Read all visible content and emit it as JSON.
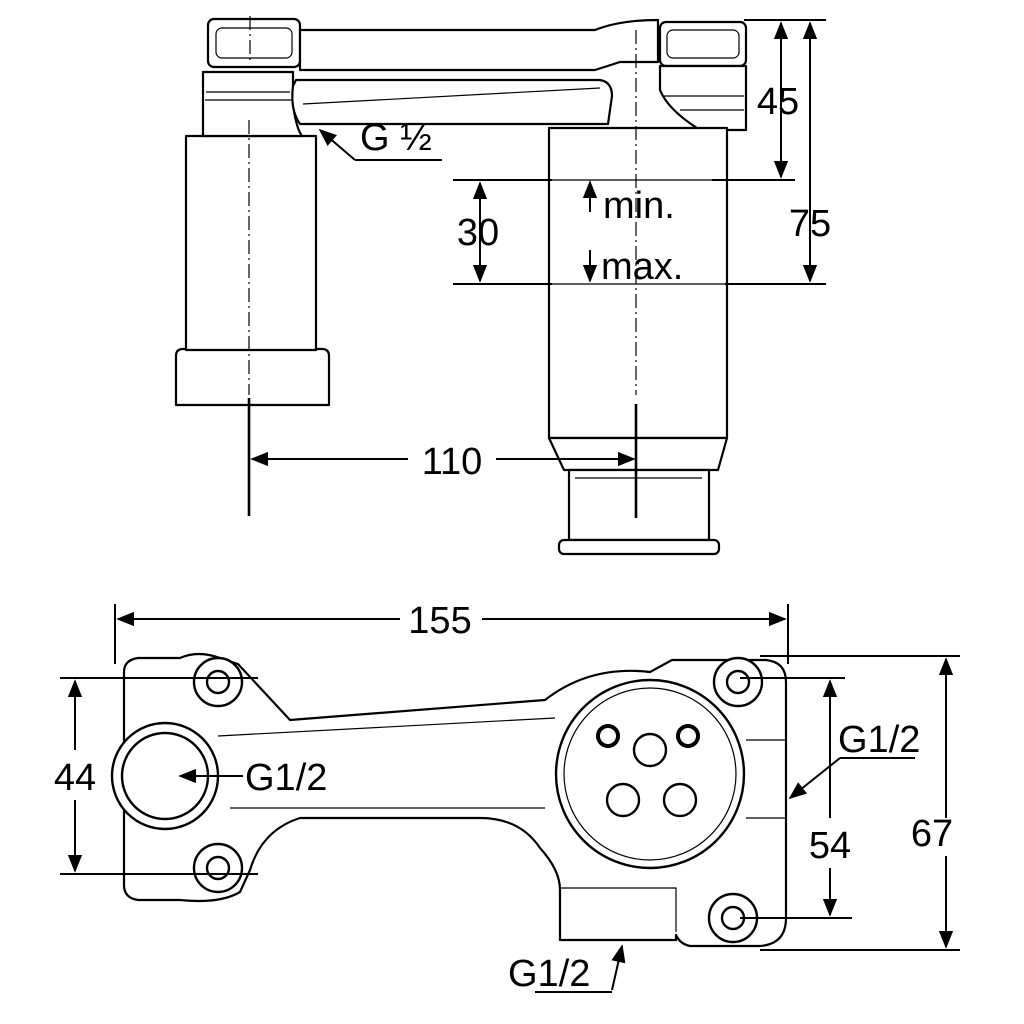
{
  "side_view": {
    "thread_label": "G ½",
    "dim_45": "45",
    "dim_75": "75",
    "dim_30": "30",
    "min_label": "min.",
    "max_label": "max.",
    "dim_110": "110"
  },
  "plan_view": {
    "dim_155": "155",
    "dim_44": "44",
    "dim_54": "54",
    "dim_67": "67",
    "port_left_label": "G1/2",
    "port_right_label": "G1/2",
    "port_bottom_label": "G1/2"
  }
}
